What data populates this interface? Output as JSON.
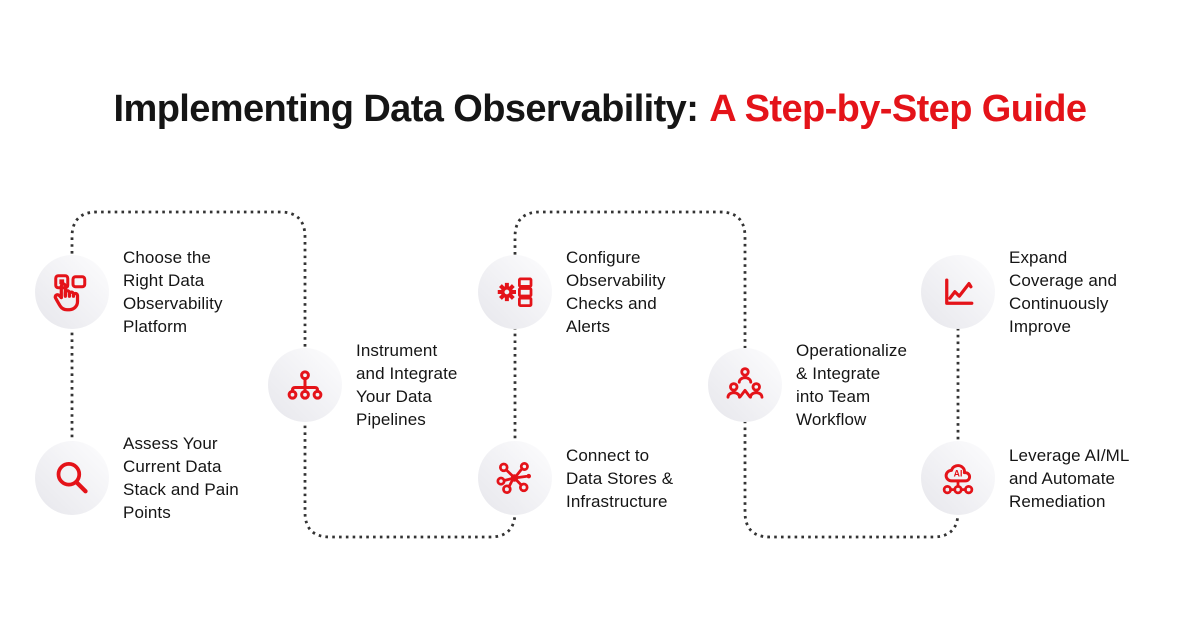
{
  "title": {
    "black": "Implementing Data Observability:",
    "red": "A Step-by-Step Guide"
  },
  "colors": {
    "accent_red": "#e41319",
    "text_black": "#151515",
    "dotted_connector": "#333333",
    "bubble_gradient_light": "#fdfdfe",
    "bubble_gradient_dark": "#e7e7ec"
  },
  "steps": [
    {
      "id": "choose-platform",
      "icon": "tap-select-icon",
      "label": "Choose the\nRight Data\nObservability\nPlatform"
    },
    {
      "id": "assess-stack",
      "icon": "search-icon",
      "label": "Assess Your\nCurrent Data\nStack and Pain\nPoints"
    },
    {
      "id": "instrument-pipelines",
      "icon": "hierarchy-icon",
      "label": "Instrument\nand Integrate\nYour Data\nPipelines"
    },
    {
      "id": "configure-checks",
      "icon": "gear-checklist-icon",
      "label": "Configure\nObservability\nChecks and\nAlerts"
    },
    {
      "id": "connect-stores",
      "icon": "network-hub-icon",
      "label": "Connect to\nData Stores &\nInfrastructure"
    },
    {
      "id": "operationalize",
      "icon": "team-icon",
      "label": "Operationalize\n& Integrate\ninto Team\nWorkflow"
    },
    {
      "id": "expand-coverage",
      "icon": "line-chart-icon",
      "label": "Expand\nCoverage and\nContinuously\nImprove"
    },
    {
      "id": "leverage-ai-ml",
      "icon": "ai-cloud-icon",
      "label": "Leverage AI/ML\nand Automate\nRemediation"
    }
  ]
}
